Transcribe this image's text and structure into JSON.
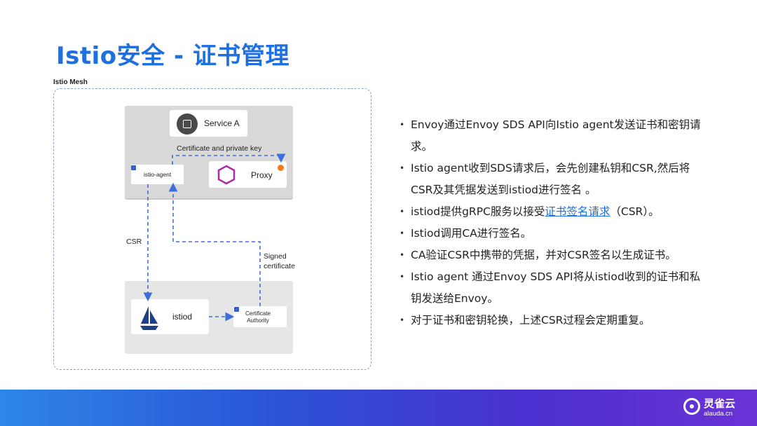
{
  "title": "Istio安全 - 证书管理",
  "diagram": {
    "mesh_label": "Istio Mesh",
    "service_label": "Service A",
    "cert_key_label": "Certificate and private key",
    "agent_label": "istio-agent",
    "proxy_label": "Proxy",
    "csr_label": "CSR",
    "signed_label_line1": "Signed",
    "signed_label_line2": "certificate",
    "istiod_label": "istiod",
    "ca_label_line1": "Certificate",
    "ca_label_line2": "Authority"
  },
  "bullets": [
    "Envoy通过Envoy SDS API向Istio agent发送证书和密钥请求。",
    "Istio agent收到SDS请求后，会先创建私钥和CSR,然后将CSR及其凭据发送到istiod进行签名 。",
    {
      "prefix": "istiod提供gRPC服务以接受",
      "link": "证书签名请求",
      "suffix": "（CSR）。"
    },
    "Istiod调用CA进行签名。",
    "CA验证CSR中携带的凭据，并对CSR签名以生成证书。",
    "Istio agent 通过Envoy SDS API将从istiod收到的证书和私钥发送给Envoy。",
    "对于证书和密钥轮换，上述CSR过程会定期重复。"
  ],
  "footer": {
    "brand_cn": "灵雀云",
    "brand_en": "alauda.cn"
  },
  "colors": {
    "title": "#1e6fe0",
    "arrow": "#3d6fd8",
    "proxy_icon": "#b02aa8",
    "proxy_dot": "#f07d1a",
    "footer_start": "#2e86e8",
    "footer_end": "#6a33d6"
  }
}
